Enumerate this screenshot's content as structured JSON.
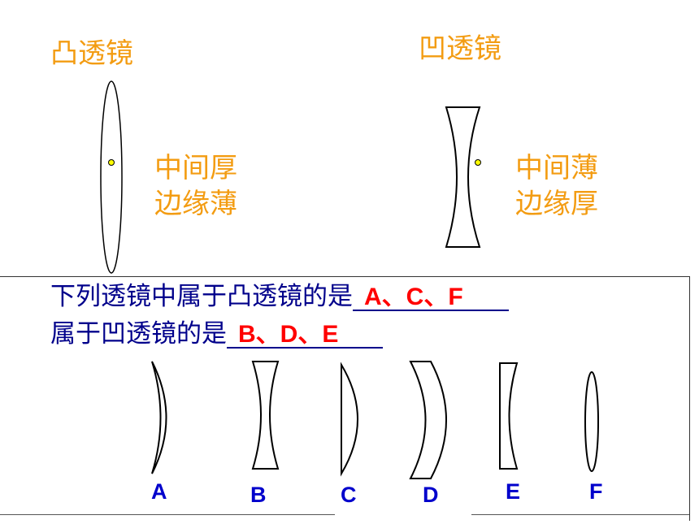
{
  "top": {
    "convex": {
      "title": "凸透镜",
      "desc_line1": "中间厚",
      "desc_line2": "边缘薄"
    },
    "concave": {
      "title": "凹透镜",
      "desc_line1": "中间薄",
      "desc_line2": "边缘厚"
    }
  },
  "question": {
    "line1": "下列透镜中属于凸透镜的是",
    "answer1": "A、C、F",
    "line2": "属于凹透镜的是",
    "answer2": "B、D、E"
  },
  "lens_labels": [
    "A",
    "B",
    "C",
    "D",
    "E",
    "F"
  ],
  "colors": {
    "heading": "#f39c12",
    "question": "#00008b",
    "answer": "#ff0000",
    "labels": "#0000cc",
    "focus_dot": "#ffff00"
  }
}
